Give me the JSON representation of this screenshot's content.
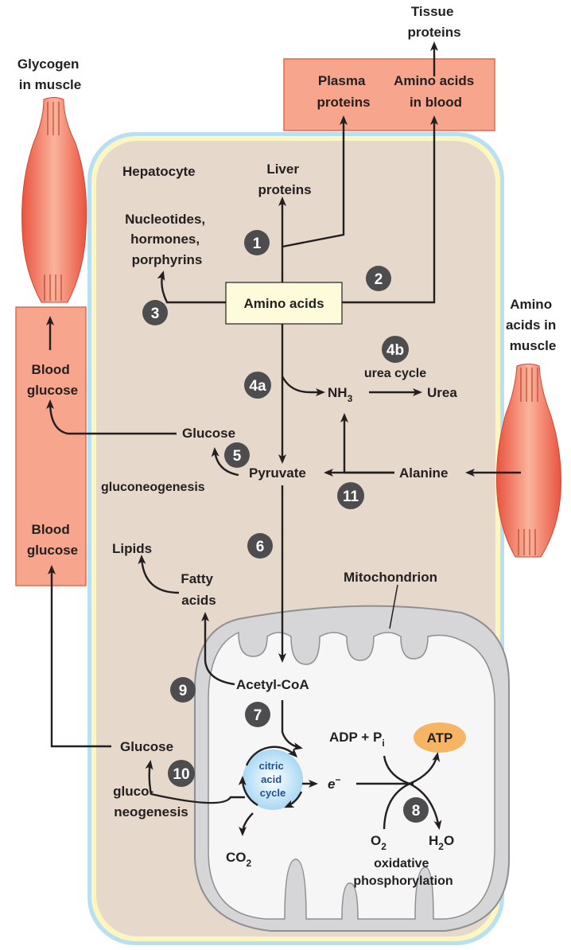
{
  "labels": {
    "tissue_proteins": [
      "Tissue",
      "proteins"
    ],
    "plasma_proteins": [
      "Plasma",
      "proteins"
    ],
    "amino_acids_blood": [
      "Amino acids",
      "in blood"
    ],
    "glycogen_muscle": [
      "Glycogen",
      "in muscle"
    ],
    "hepatocyte": "Hepatocyte",
    "liver_proteins": [
      "Liver",
      "proteins"
    ],
    "nucleotides": [
      "Nucleotides,",
      "hormones,",
      "porphyrins"
    ],
    "amino_acids": "Amino acids",
    "amino_acids_muscle": [
      "Amino",
      "acids in",
      "muscle"
    ],
    "urea_cycle": "urea cycle",
    "nh3": "NH",
    "nh3_sub": "3",
    "urea": "Urea",
    "blood_glucose_top": [
      "Blood",
      "glucose"
    ],
    "blood_glucose_bottom": [
      "Blood",
      "glucose"
    ],
    "glucose_top": "Glucose",
    "pyruvate": "Pyruvate",
    "gluconeogenesis": "gluconeogenesis",
    "alanine": "Alanine",
    "lipids": "Lipids",
    "fatty_acids": [
      "Fatty",
      "acids"
    ],
    "mitochondrion": "Mitochondrion",
    "acetyl_coa": "Acetyl-CoA",
    "adp_pi": "ADP + P",
    "adp_pi_sub": "i",
    "atp": "ATP",
    "glucose_bottom": "Glucose",
    "citric_acid_cycle": [
      "citric",
      "acid",
      "cycle"
    ],
    "electron": "e",
    "electron_sup": "−",
    "gluco_neogenesis": [
      "gluco-",
      "neogenesis"
    ],
    "o2": "O",
    "o2_sub": "2",
    "h2o_h": "H",
    "h2o_sub": "2",
    "h2o_o": "O",
    "co2": "CO",
    "co2_sub": "2",
    "oxidative_phosphorylation": [
      "oxidative",
      "phosphorylation"
    ]
  },
  "steps": {
    "s1": "1",
    "s2": "2",
    "s3": "3",
    "s4a": "4a",
    "s4b": "4b",
    "s5": "5",
    "s6": "6",
    "s7": "7",
    "s8": "8",
    "s9": "9",
    "s10": "10",
    "s11": "11"
  },
  "colors": {
    "blood_box": "#f7a58d",
    "cell_fill": "#e6d9cc",
    "cell_border_outer": "#b9dff2",
    "cell_border_inner": "#fcf7c0",
    "mito_outer": "#d6d6d8",
    "mito_inner": "#f6f6f7",
    "badge": "#4d4d4f",
    "atp": "#f7b563",
    "cycle": "#d6ecfb",
    "aa_box": "#fdfbd9",
    "muscle": "#f07a60"
  }
}
